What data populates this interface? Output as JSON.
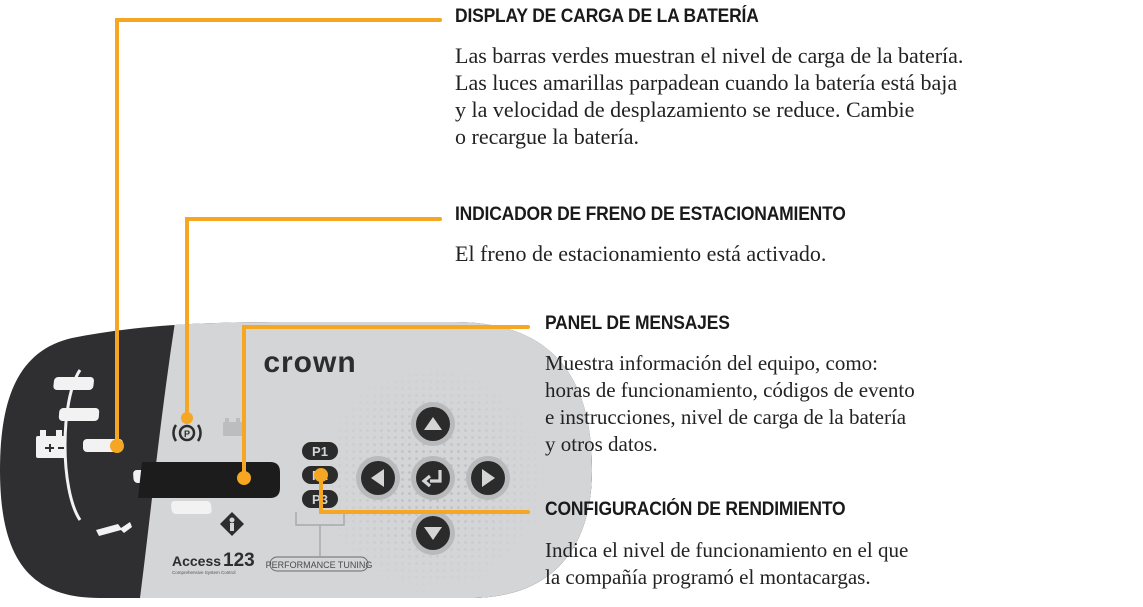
{
  "callouts": [
    {
      "title": "DISPLAY DE CARGA DE LA BATERÍA",
      "lines": [
        "Las barras verdes muestran el nivel de carga de la batería.",
        "Las luces amarillas parpadean cuando la batería está baja",
        "y la velocidad de desplazamiento se reduce. Cambie",
        "o recargue la batería."
      ]
    },
    {
      "title": "INDICADOR DE FRENO DE ESTACIONAMIENTO",
      "lines": [
        "El freno de estacionamiento está activado."
      ]
    },
    {
      "title": "PANEL DE MENSAJES",
      "lines": [
        "Muestra información del equipo, como:",
        "horas de funcionamiento, códigos de evento",
        "e instrucciones, nivel de carga de la batería",
        "y otros datos."
      ]
    },
    {
      "title": "CONFIGURACIÓN DE RENDIMIENTO",
      "lines": [
        "Indica el nivel de funcionamiento en el que",
        "la compañía programó el montacargas."
      ]
    }
  ],
  "device": {
    "brand": "crown",
    "product": "Access",
    "product_number": "123",
    "product_sub": "Comprehensive System Control",
    "tuning_label": "PERFORMANCE TUNING",
    "p_keys": [
      "P1",
      "P2",
      "P3"
    ]
  },
  "colors": {
    "callout_line": "#f5a623",
    "device_dark": "#3b3b3d",
    "device_light": "#d4d5d6",
    "screen": "#1c1c1c",
    "bar": "#f2f2f2"
  }
}
